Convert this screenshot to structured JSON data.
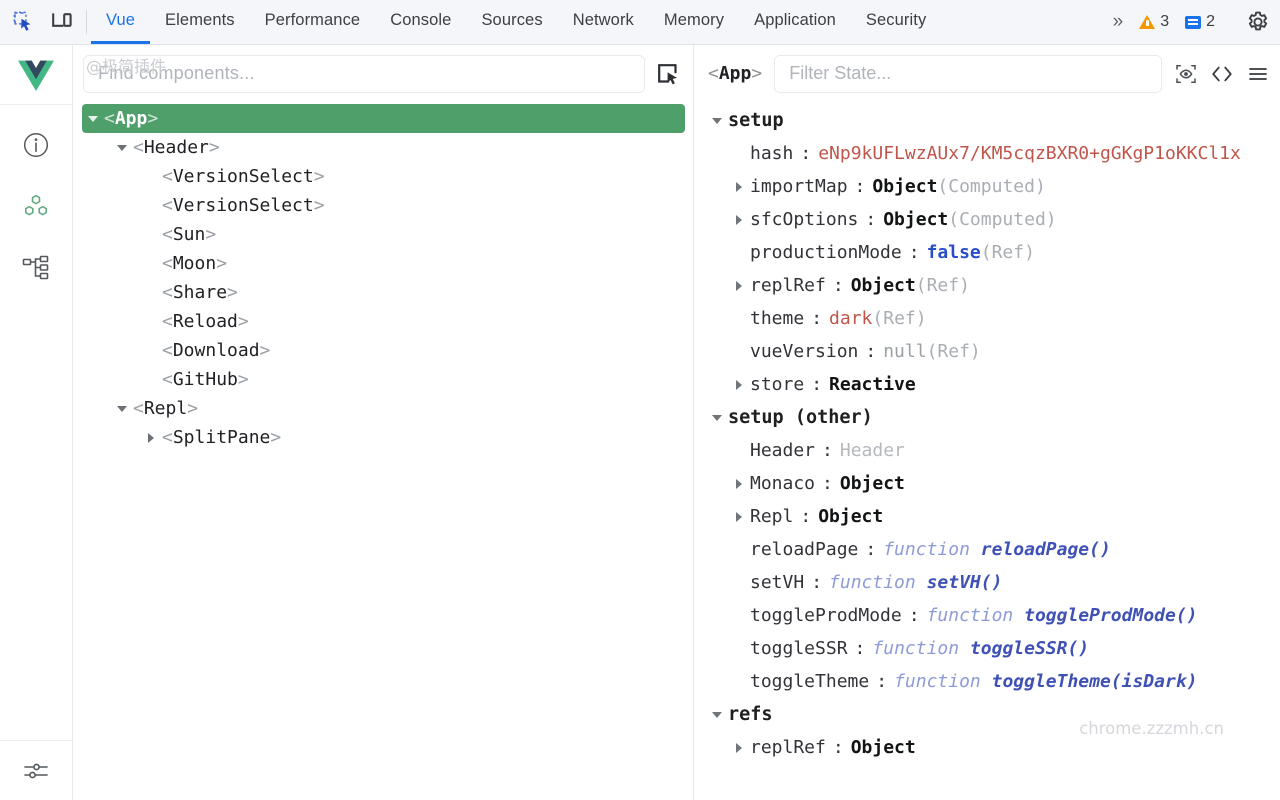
{
  "devtools": {
    "icons": {
      "inspect": "inspect-element-icon",
      "device": "device-toolbar-icon",
      "more": "»",
      "gear": "settings-gear-icon"
    },
    "tabs": [
      {
        "label": "Vue",
        "active": true
      },
      {
        "label": "Elements",
        "active": false
      },
      {
        "label": "Performance",
        "active": false
      },
      {
        "label": "Console",
        "active": false
      },
      {
        "label": "Sources",
        "active": false
      },
      {
        "label": "Network",
        "active": false
      },
      {
        "label": "Memory",
        "active": false
      },
      {
        "label": "Application",
        "active": false
      },
      {
        "label": "Security",
        "active": false
      }
    ],
    "warnings_count": "3",
    "messages_count": "2",
    "accent": "#1a73e8",
    "warning_color": "#f29900"
  },
  "rail": {
    "logo": "vue-logo",
    "items": [
      {
        "name": "info-icon"
      },
      {
        "name": "components-icon"
      },
      {
        "name": "component-tree-icon"
      }
    ],
    "footer": {
      "name": "settings-sliders-icon"
    }
  },
  "watermarks": {
    "top_left": "@极简插件",
    "bottom_right": "chrome.zzzmh.cn"
  },
  "tree": {
    "search_placeholder": "Find components...",
    "pick_icon": "select-component-icon",
    "selected_color": "#4f9f6b",
    "nodes": [
      {
        "name": "App",
        "indent": 0,
        "caret": "open",
        "selected": true
      },
      {
        "name": "Header",
        "indent": 1,
        "caret": "open",
        "selected": false
      },
      {
        "name": "VersionSelect",
        "indent": 2,
        "caret": "none",
        "selected": false
      },
      {
        "name": "VersionSelect",
        "indent": 2,
        "caret": "none",
        "selected": false
      },
      {
        "name": "Sun",
        "indent": 2,
        "caret": "none",
        "selected": false
      },
      {
        "name": "Moon",
        "indent": 2,
        "caret": "none",
        "selected": false
      },
      {
        "name": "Share",
        "indent": 2,
        "caret": "none",
        "selected": false
      },
      {
        "name": "Reload",
        "indent": 2,
        "caret": "none",
        "selected": false
      },
      {
        "name": "Download",
        "indent": 2,
        "caret": "none",
        "selected": false
      },
      {
        "name": "GitHub",
        "indent": 2,
        "caret": "none",
        "selected": false
      },
      {
        "name": "Repl",
        "indent": 1,
        "caret": "open",
        "selected": false
      },
      {
        "name": "SplitPane",
        "indent": 2,
        "caret": "closed",
        "selected": false
      }
    ]
  },
  "state": {
    "component_name": "App",
    "filter_placeholder": "Filter State...",
    "head_icons": [
      {
        "name": "inspect-eye-icon"
      },
      {
        "name": "open-in-editor-code-icon"
      },
      {
        "name": "menu-icon"
      }
    ],
    "groups": [
      {
        "label": "setup",
        "caret": "open",
        "rows": [
          {
            "caret": "none",
            "key": "hash",
            "value": "eNp9kUFLwzAUx7/KM5cqzBXR0+gGKgP1oKKCl1x",
            "vtype": "string"
          },
          {
            "caret": "closed",
            "key": "importMap",
            "value": "Object",
            "meta": "(Computed)",
            "vtype": "object"
          },
          {
            "caret": "closed",
            "key": "sfcOptions",
            "value": "Object",
            "meta": "(Computed)",
            "vtype": "object"
          },
          {
            "caret": "none",
            "key": "productionMode",
            "value": "false",
            "meta": "(Ref)",
            "vtype": "bool"
          },
          {
            "caret": "closed",
            "key": "replRef",
            "value": "Object",
            "meta": "(Ref)",
            "vtype": "object"
          },
          {
            "caret": "none",
            "key": "theme",
            "value": "dark",
            "meta": "(Ref)",
            "vtype": "string"
          },
          {
            "caret": "none",
            "key": "vueVersion",
            "value": "null",
            "meta": "(Ref)",
            "vtype": "null"
          },
          {
            "caret": "closed",
            "key": "store",
            "value": "Reactive",
            "meta": "",
            "vtype": "object"
          }
        ]
      },
      {
        "label": "setup (other)",
        "caret": "open",
        "rows": [
          {
            "caret": "none",
            "key": "Header",
            "value": "Header",
            "vtype": "dim"
          },
          {
            "caret": "closed",
            "key": "Monaco",
            "value": "Object",
            "vtype": "object"
          },
          {
            "caret": "closed",
            "key": "Repl",
            "value": "Object",
            "vtype": "object"
          },
          {
            "caret": "none",
            "key": "reloadPage",
            "kw": "function",
            "value": "reloadPage()",
            "vtype": "function"
          },
          {
            "caret": "none",
            "key": "setVH",
            "kw": "function",
            "value": "setVH()",
            "vtype": "function"
          },
          {
            "caret": "none",
            "key": "toggleProdMode",
            "kw": "function",
            "value": "toggleProdMode()",
            "vtype": "function"
          },
          {
            "caret": "none",
            "key": "toggleSSR",
            "kw": "function",
            "value": "toggleSSR()",
            "vtype": "function"
          },
          {
            "caret": "none",
            "key": "toggleTheme",
            "kw": "function",
            "value": "toggleTheme(isDark)",
            "vtype": "function"
          }
        ]
      },
      {
        "label": "refs",
        "caret": "open",
        "rows": [
          {
            "caret": "closed",
            "key": "replRef",
            "value": "Object",
            "vtype": "object"
          }
        ]
      }
    ]
  }
}
